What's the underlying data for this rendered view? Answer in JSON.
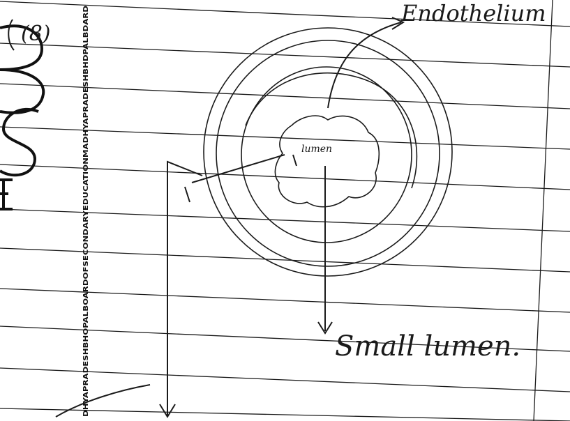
{
  "labels": {
    "question_number": "(8)",
    "endothelium": "Endothelium",
    "lumen_inner": "lumen",
    "small_lumen": "Small lumen."
  },
  "watermark": {
    "vertical_text": "DHYAPRADESHBHOPALBOARDOFSECONDARYEDUCATIONMADHYAPRADESHBHDPALBDARD"
  },
  "colors": {
    "paper": "#ffffff",
    "rule_line": "#1a1a1a",
    "ink": "#1a1a1a"
  }
}
